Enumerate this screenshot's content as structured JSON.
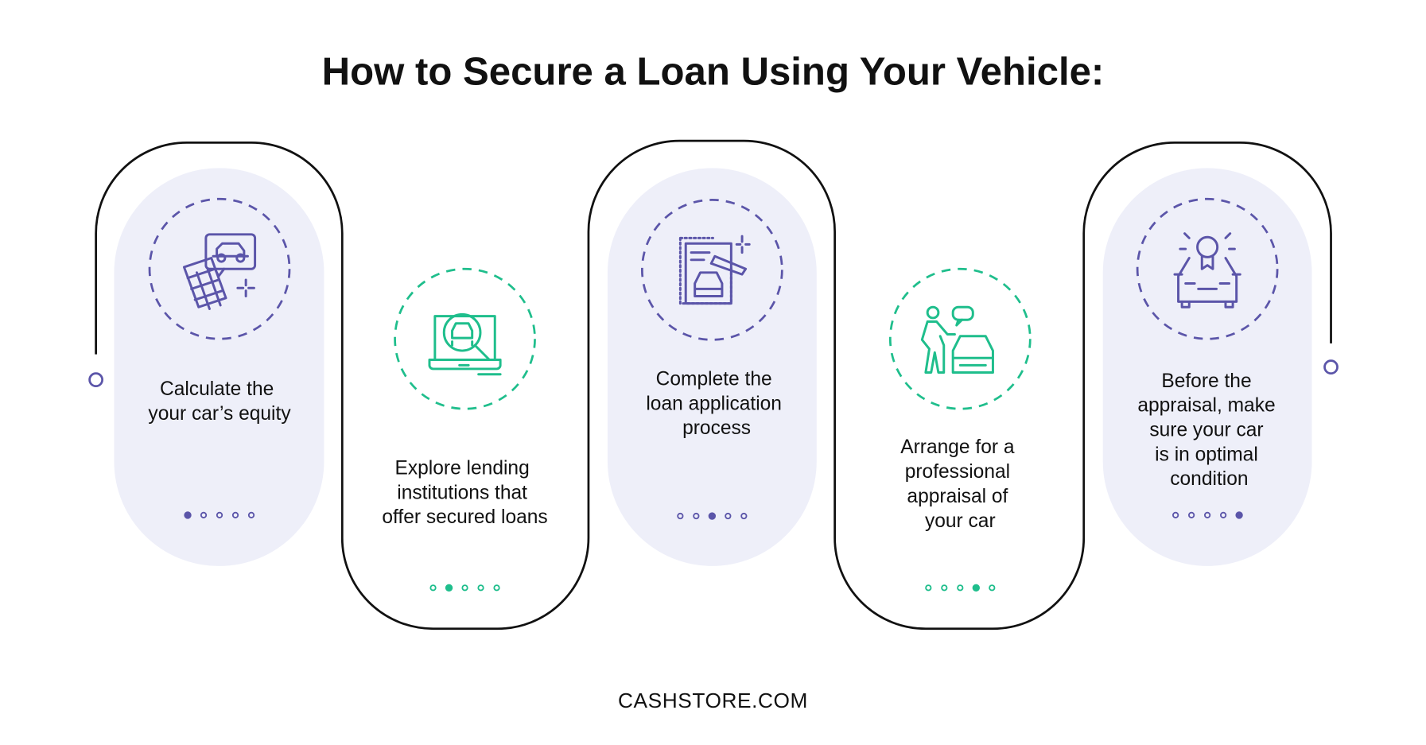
{
  "title": "How to Secure a Loan Using Your Vehicle:",
  "colors": {
    "purple": "#5b55a9",
    "green": "#1fbe8c",
    "pill": "#eeeff9",
    "outline": "#111111"
  },
  "steps": [
    {
      "lines": [
        "Calculate the",
        "your car’s equity"
      ],
      "icon": "calculator-car-icon",
      "active_dot": 1,
      "total_dots": 5
    },
    {
      "lines": [
        "Explore lending",
        "institutions that",
        "offer secured loans"
      ],
      "icon": "laptop-search-car-icon",
      "active_dot": 2,
      "total_dots": 5
    },
    {
      "lines": [
        "Complete the",
        "loan application",
        "process"
      ],
      "icon": "application-form-car-icon",
      "active_dot": 3,
      "total_dots": 5
    },
    {
      "lines": [
        "Arrange for a",
        "professional",
        "appraisal of",
        "your car"
      ],
      "icon": "appraiser-car-icon",
      "active_dot": 4,
      "total_dots": 5
    },
    {
      "lines": [
        "Before the",
        "appraisal, make",
        "sure your car",
        "is in optimal",
        "condition"
      ],
      "icon": "award-car-icon",
      "active_dot": 5,
      "total_dots": 5
    }
  ],
  "footer": "CASHSTORE.COM"
}
